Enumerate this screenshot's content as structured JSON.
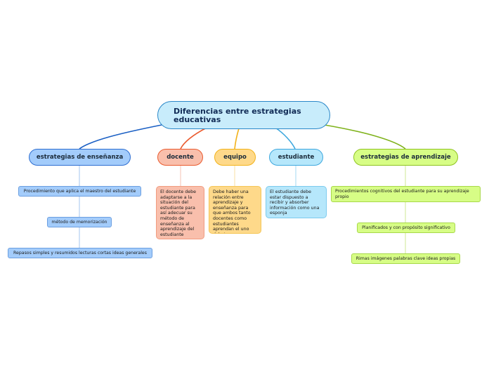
{
  "root": {
    "title": "Diferencias entre estrategias educativas"
  },
  "branches": {
    "ensenanza": {
      "label": "estrategias de enseñanza",
      "items": [
        "Procedimiento que aplica el maestro del estudiante",
        "método de memorización",
        "Repasos simples y resumidos lecturas cortas ideas generales"
      ]
    },
    "docente": {
      "label": "docente",
      "note": "El docente debe adaptarse a la situación del estudiante para así adecuar su método de enseñanza al aprendizaje del estudiante"
    },
    "equipo": {
      "label": "equipo",
      "note": "Debe haber una relación entre aprendizaje y enseñanza para que ambos tanto docentes como estudiantes aprendan el uno del otro"
    },
    "estudiante": {
      "label": "estudiante",
      "note": "El estudiante debe estar dispuesto a recibir y absorber información como una esponja"
    },
    "aprendizaje": {
      "label": "estrategias de aprendizaje",
      "items": [
        "Procedimientos cognitivos del estudiante para su aprendizaje propio",
        "Planificados y con propósito significativo",
        "Rimas imágenes palabras clave ideas propias"
      ]
    }
  },
  "colors": {
    "ensenanza": "#2e6ed1",
    "docente": "#ea5b2f",
    "equipo": "#f2b21a",
    "estudiante": "#3ea8de",
    "aprendizaje": "#8fc321",
    "root_fill": "#c8ecfb"
  }
}
